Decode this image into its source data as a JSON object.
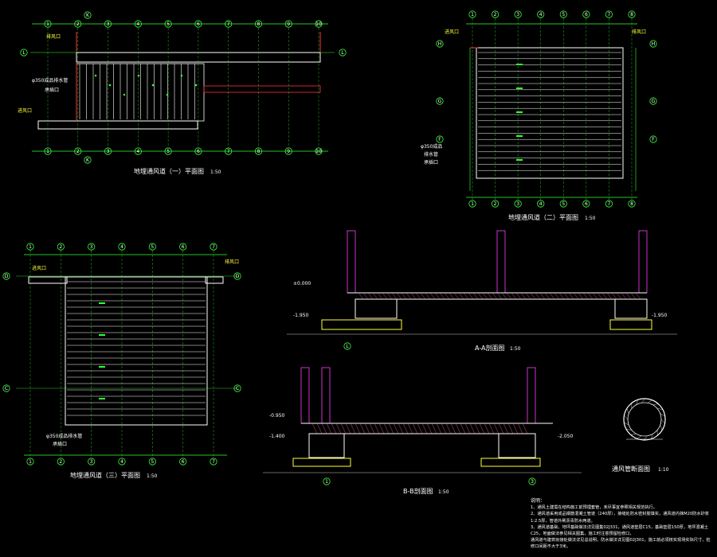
{
  "labels": {
    "exhaust_port": "排风口",
    "intake_port": "进风口",
    "pipe_note": "φ350成品排水管",
    "pipe_note2": "承插口",
    "pipe_note_b1": "φ350成品",
    "pipe_note_b2": "排水管",
    "pipe_note_b3": "承插口"
  },
  "titles": {
    "plan1": "地埋通风道（一）平面图",
    "plan1_scale": "1:50",
    "plan2": "地埋通风道（二）平面图",
    "plan2_scale": "1:50",
    "plan3": "地埋通风道（三）平面图",
    "plan3_scale": "1:50",
    "secA": "A-A剖面图",
    "secA_scale": "1:50",
    "secB": "B-B剖面图",
    "secB_scale": "1:50",
    "pipe": "通风管断面图",
    "pipe_scale": "1:10"
  },
  "axes": {
    "plan1_cols": [
      "1",
      "2",
      "3",
      "4",
      "5",
      "6",
      "7",
      "8",
      "9",
      "10"
    ],
    "plan2_cols": [
      "1",
      "2",
      "3",
      "4",
      "5",
      "6",
      "7",
      "8"
    ],
    "plan3_cols": [
      "1",
      "2",
      "3",
      "4",
      "5",
      "6",
      "7"
    ],
    "plan2_rows": [
      "H",
      "G",
      "F"
    ],
    "plan3_rows": [
      "D",
      "C"
    ],
    "plan1_rows": [
      "L",
      "K"
    ]
  },
  "elevations": [
    "-1.950",
    "-0.950",
    "-1.400",
    "±0.000",
    "-2.050"
  ],
  "notes": {
    "heading": "说明：",
    "items": [
      "1、通风土建需在结构施工前预埋套管，未尽事宜参照相关规范执行。",
      "2、通风道采用成品钢筋混凝土管道（240厚），接缝处防水密封胶填实，通风道内抹M20防水砂浆1:2.5厚，管道外刷沥青防水两道。",
      "3、通风道基础、地坪基础做法详见图集02J331，通风道垫层C15，基础垫层150厚，地坪混凝土C25，地面做法参见相关图集，施工时注意预留检修口，",
      "通风道与建筑衔接处做法详见总说明，防水做法详见图02J301，施工前必须核实现场实际尺寸，检修口间距不大于3米。"
    ]
  }
}
